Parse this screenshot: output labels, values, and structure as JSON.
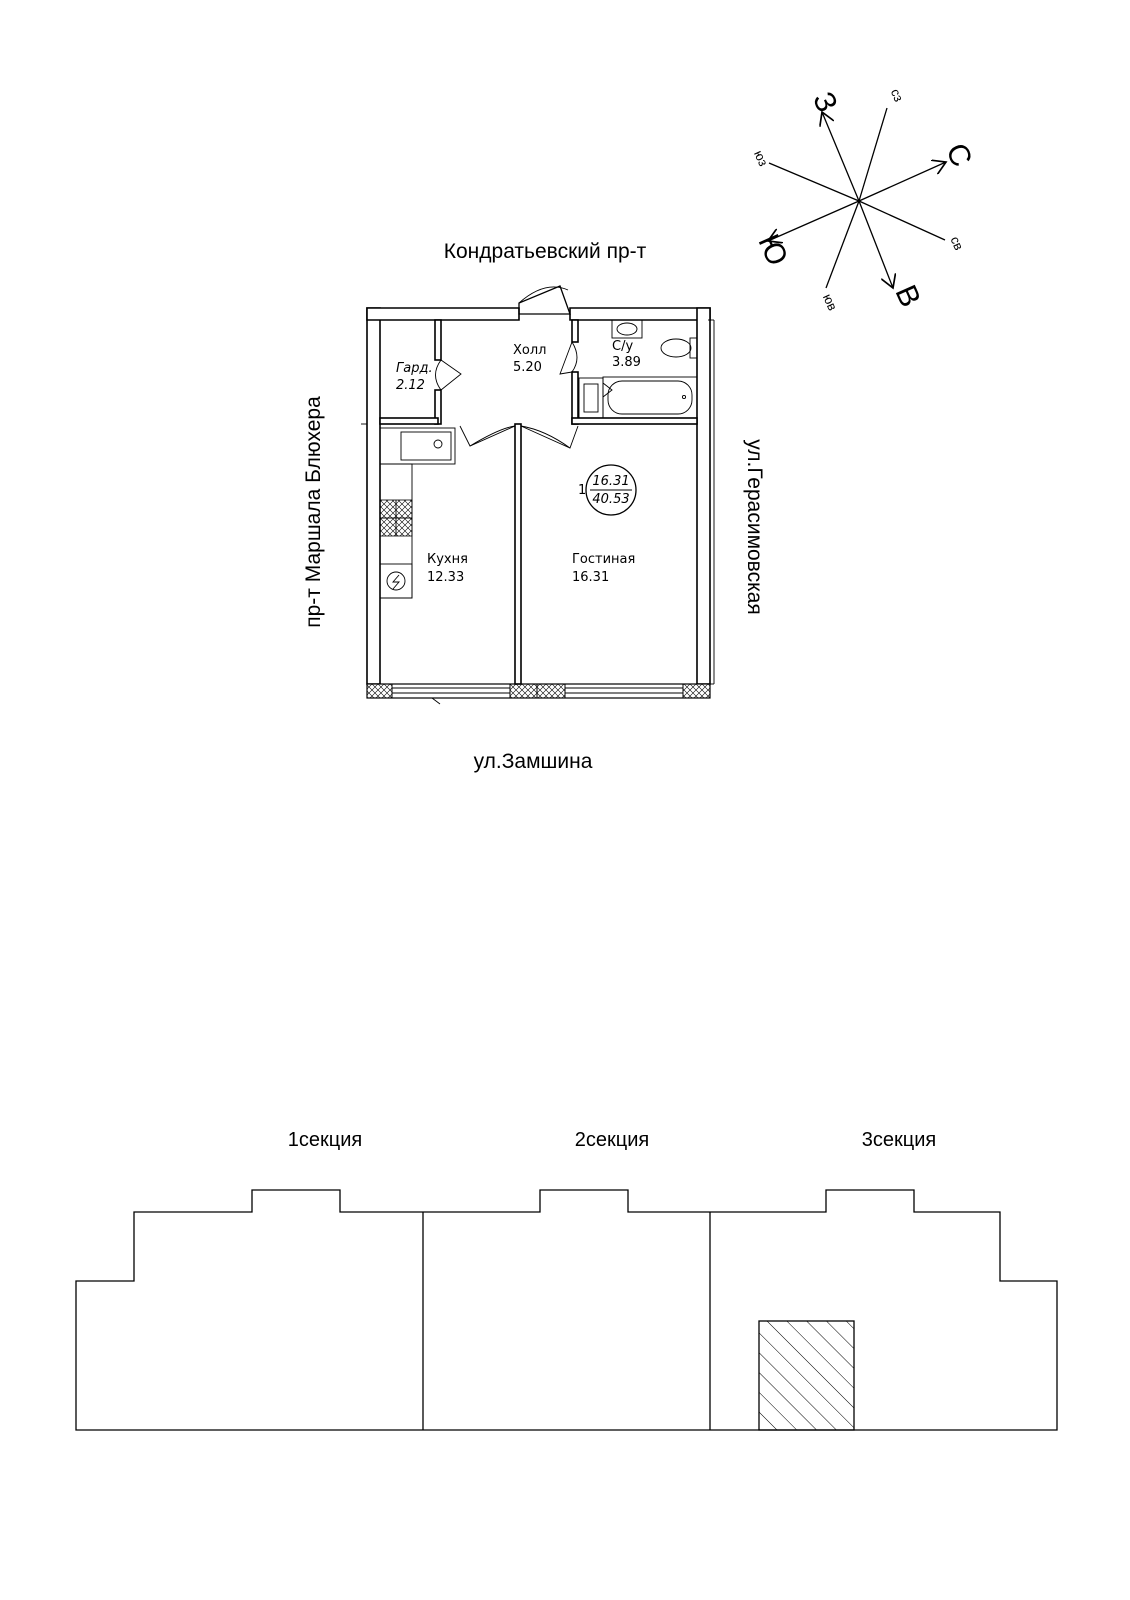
{
  "streets": {
    "top": "Кондратьевский пр-т",
    "left": "пр-т Маршала Блюхера",
    "right": "ул.Герасимовская",
    "bottom": "ул.Замшина"
  },
  "compass": {
    "north": "С",
    "south": "Ю",
    "east": "В",
    "west": "З",
    "northwest": "сз",
    "northeast": "св",
    "southwest": "юз",
    "southeast": "юв"
  },
  "rooms": {
    "wardrobe": {
      "name": "Гард.",
      "area": "2.12"
    },
    "hall": {
      "name": "Холл",
      "area": "5.20"
    },
    "bathroom": {
      "name": "С/у",
      "area": "3.89"
    },
    "kitchen": {
      "name": "Кухня",
      "area": "12.33"
    },
    "living": {
      "name": "Гостиная",
      "area": "16.31"
    }
  },
  "apartment_badge": {
    "rooms_count": "1",
    "living_area": "16.31",
    "total_area": "40.53"
  },
  "sections": [
    {
      "label": "1секция"
    },
    {
      "label": "2секция"
    },
    {
      "label": "3секция",
      "highlighted": true
    }
  ]
}
